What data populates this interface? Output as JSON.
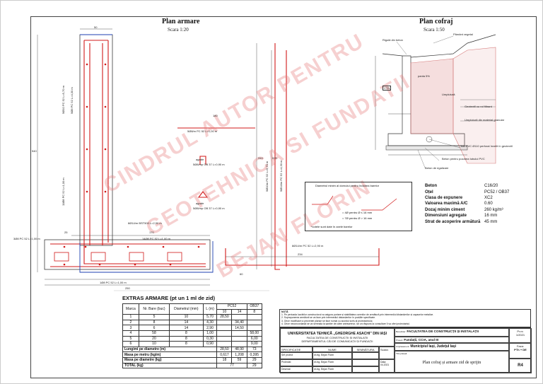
{
  "drawing": {
    "plan_armare": {
      "title": "Plan armare",
      "scale": "Scara 1:20"
    },
    "plan_cofraj": {
      "title": "Plan cofraj",
      "scale": "Scara 1:50"
    },
    "watermark": [
      "CINDRUL AUTOR PENTRU",
      "GEOTEHNICA SI FUNDATII",
      "BEJAN FLORIN"
    ],
    "bar_labels": {
      "b1": "5Ø10 PC 52 L=5,70 m",
      "b2": "5Ø8 PC 52 L=4,30 m",
      "b3": "11Ø8 PC 52 L=1,00 m",
      "b4": "5Ø8/m PC 52 L=1,00 m",
      "b5": "5Ø8/mp OB 37 L=0,90 m",
      "b6": "5Ø8/mp OB 37 L=0,90 m",
      "b7": "8Ø14/m BST500 L=2,90 m",
      "b8": "3Ø8 PC 52 L=1,00 m",
      "b9": "1Ø8 PC 52 L=1,00 m",
      "b10": "5Ø10m PC 52 L=5,70 m",
      "b11": "5Ø14/m PC 52 L=4,30 m",
      "b12": "8Ø14/m PC 52 L=2,90 m",
      "b13": "14Ø8 PC 52 L=1,00 m",
      "agrafe": "agrafe",
      "sapte": "agrafe"
    },
    "dims": {
      "w1": "50",
      "w2": "170",
      "w3": "25",
      "w4": "250",
      "h1": "540",
      "h2": "390",
      "h3": "60",
      "d1": "180",
      "d2": "310",
      "d3": "570",
      "d4": "234",
      "d5": "60"
    },
    "cofraj_labels": {
      "rigola": "Rigolă din beton",
      "pamant": "Pământ vegetal",
      "umplutura": "Umplutură",
      "geotextil": "Geotextil cu rol filtrant",
      "umplutura_gran": "Umplutură din material granular",
      "tub": "Tub PVC Ø110 perforat învelit în geotextil",
      "beton_poz": "Beton pentru pozarea tubului PVC",
      "beton_egal": "Beton de egalizare",
      "cota": "CTN",
      "panta": "panta 5%"
    },
    "legend": {
      "title": "Diametrul minim al dornului pentru îndoirea barelor",
      "l1": "= 4Ø pentru Ø ≤ 16 mm",
      "l2": "= 7Ø pentru Ø > 16 mm",
      "note": "*cotele sunt date în axele barelor"
    }
  },
  "materials": [
    {
      "k": "Beton",
      "v": "C16/20"
    },
    {
      "k": "Oțel",
      "v": "PC52 / OB37"
    },
    {
      "k": "Clasa de expunere",
      "v": "XC2"
    },
    {
      "k": "Valoarea maximă A/C",
      "v": "0.60"
    },
    {
      "k": "Dozaj minim ciment",
      "v": "260 kg/m³"
    },
    {
      "k": "Dimensiuni agregate",
      "v": "16 mm"
    },
    {
      "k": "Strat de acoperire armătură",
      "v": "45 mm"
    }
  ],
  "extras": {
    "title": "EXTRAS ARMARE (pt un 1 ml de zid)",
    "headers": {
      "marca": "Marca",
      "nr": "Nr. Bare (buc)",
      "diam": "Diametrul (mm)",
      "l": "L (m)",
      "pc52": "PC52",
      "ob37": "OB37",
      "d10": "10",
      "d14": "14",
      "d8": "8"
    },
    "rows": [
      [
        "1",
        "5",
        "10",
        "5,70",
        "28,50",
        "",
        ""
      ],
      [
        "2",
        "8",
        "14",
        "4,30",
        "",
        "34,40",
        ""
      ],
      [
        "3",
        "6",
        "14",
        "2,90",
        "",
        "14,50",
        ""
      ],
      [
        "4",
        "58",
        "8",
        "1,00",
        "",
        "",
        "58,00"
      ],
      [
        "5",
        "20",
        "8",
        "0,30",
        "",
        "",
        "6,00"
      ],
      [
        "6",
        "10",
        "8",
        "0,90",
        "",
        "",
        "9,00"
      ]
    ],
    "totals": [
      [
        "Lungimi pe diametre (m)",
        "28,50",
        "48,90",
        "73"
      ],
      [
        "Masa pe metru (kg/m)",
        "0,617",
        "1,208",
        "0,395"
      ],
      [
        "Masa pe diametre (kg)",
        "18",
        "59",
        "29"
      ],
      [
        "TOTAL (kg)",
        "77",
        "",
        "29"
      ]
    ]
  },
  "notes": {
    "title": "NOTĂ",
    "lines": [
      "1. Pe perioada lucrărilor constructorul va asigura purtare și stabilitatea curenilor de armătură prin intermediul distanțierilor și capacelor metalice.",
      "2. Suprapunerea armăturii se va face prin intermediul distanțierilor în pozițiile specificate.",
      "3. Orice modificare a prezentei planșe se face numai cu acordul scris al proiectantului.",
      "4. Orice neconcordanță se va semnala la șantier de către antreprenor, iar un răspuns la consultare îl va oferi proiectantul."
    ]
  },
  "titleblock": {
    "univ": "UNIVERSITATEA TEHNICĂ „GHEORGHE ASACHI” DIN IAȘI",
    "fac": "FACULTATEA DE CONSTRUCȚII ȘI INSTALAȚII",
    "dept": "DEPARTAMENTUL CĂI DE COMUNICAȚII ȘI FUNDAȚII",
    "beneficiar_l": "Beneficiar:",
    "beneficiar": "FACULTATEA DE CONSTRUCȚII ȘI INSTALAȚII",
    "proiect_l": "Proiect:",
    "proiect": "Fundații, CCIA, anul III",
    "amplasament_l": "Amplasament:",
    "amplasament": "Municipiul Iași, Județul Iași",
    "titlu_l": "Titlu planșă:",
    "titlu": "Plan cofraj și armare zid de sprijin",
    "pr_nr_l": "Pr.nr.",
    "pr_nr": "1/2021",
    "faza_l": "Faza:",
    "faza": "PTh + DE",
    "plansa": "R4",
    "spec_l": "SPECIFICAȚIE",
    "nume_l": "NUME",
    "semn_l": "SEMNĂTURA",
    "scara_l": "Scara:",
    "data_l": "Data:",
    "data": "04.2021",
    "rows": [
      [
        "Șef proiect",
        "dr.ing. Bejan Florin"
      ],
      [
        "Proiectat",
        "dr.ing. Bejan Florin"
      ],
      [
        "Desenat",
        "dr.ing. Bejan Florin"
      ]
    ]
  },
  "colors": {
    "rebar": "#d11a1a",
    "blue": "#1c3fb0",
    "hatch": "#d67a7a",
    "line": "#222"
  }
}
